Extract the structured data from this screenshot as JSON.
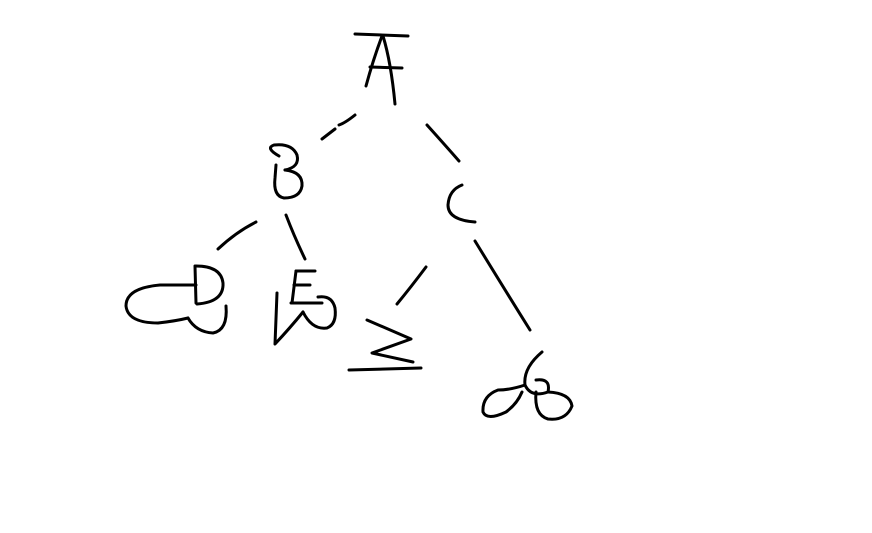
{
  "diagram": {
    "type": "tree",
    "canvas_background": "#ffffff",
    "stroke_color": "#000000",
    "nodes": [
      {
        "id": "A",
        "label": "A"
      },
      {
        "id": "B",
        "label": "B"
      },
      {
        "id": "C",
        "label": "C"
      },
      {
        "id": "D",
        "label": "D"
      },
      {
        "id": "E",
        "label": "E"
      },
      {
        "id": "Z",
        "label": "Z"
      },
      {
        "id": "G",
        "label": "G"
      }
    ],
    "edges": [
      {
        "from": "A",
        "to": "B"
      },
      {
        "from": "A",
        "to": "C"
      },
      {
        "from": "B",
        "to": "D"
      },
      {
        "from": "B",
        "to": "E"
      },
      {
        "from": "C",
        "to": "Z"
      },
      {
        "from": "C",
        "to": "G"
      }
    ]
  }
}
